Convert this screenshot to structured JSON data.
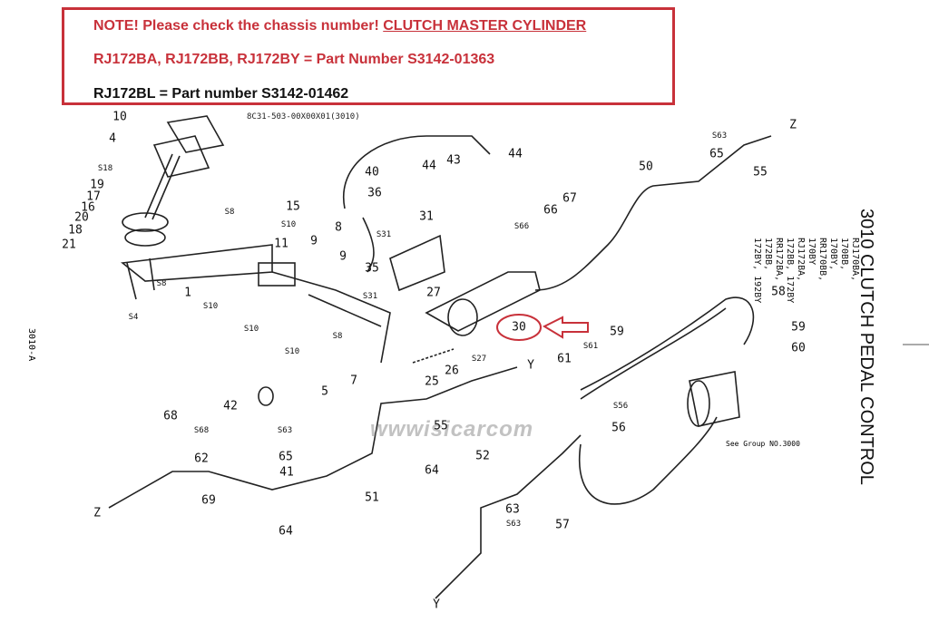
{
  "note": {
    "line1_prefix": "NOTE! Please check the chassis number! ",
    "line1_emph": "CLUTCH MASTER CYLINDER",
    "line2": "RJ172BA, RJ172BB, RJ172BY = Part Number S3142-01363",
    "line3": "RJ172BL = Part number S3142-01462"
  },
  "diagram": {
    "code": "8C31-503-00X00X01(3010)",
    "title": "3010   CLUTCH PEDAL CONTROL",
    "models": [
      "RJ170BA, 170BB, 170BY, RR170BB, 170BY",
      "RJ172BA, 172BB, 172BY",
      "RR172BA, 172BB, 172BY, 192BY"
    ],
    "page_ref": "3010-A",
    "watermark": "wwwisicarcom",
    "see_group": "See Group NO.3000",
    "highlighted_part": "30",
    "callouts": [
      "10",
      "4",
      "S18",
      "19",
      "17",
      "16",
      "20",
      "18",
      "21",
      "S8",
      "15",
      "S10",
      "11",
      "9",
      "8",
      "9",
      "1",
      "S10",
      "S4",
      "S8",
      "S10",
      "S8",
      "S10",
      "5",
      "7",
      "40",
      "44",
      "43",
      "44",
      "36",
      "S31",
      "31",
      "35",
      "S31",
      "27",
      "25",
      "26",
      "S27",
      "30",
      "S66",
      "66",
      "67",
      "50",
      "S63",
      "65",
      "55",
      "Z",
      "58",
      "59",
      "60",
      "59",
      "S61",
      "61",
      "S56",
      "56",
      "55",
      "Y",
      "42",
      "68",
      "S68",
      "62",
      "69",
      "Z",
      "S63",
      "65",
      "41",
      "51",
      "64",
      "52",
      "64",
      "63",
      "S63",
      "57",
      "Y"
    ]
  },
  "colors": {
    "accent": "#c8313a"
  }
}
